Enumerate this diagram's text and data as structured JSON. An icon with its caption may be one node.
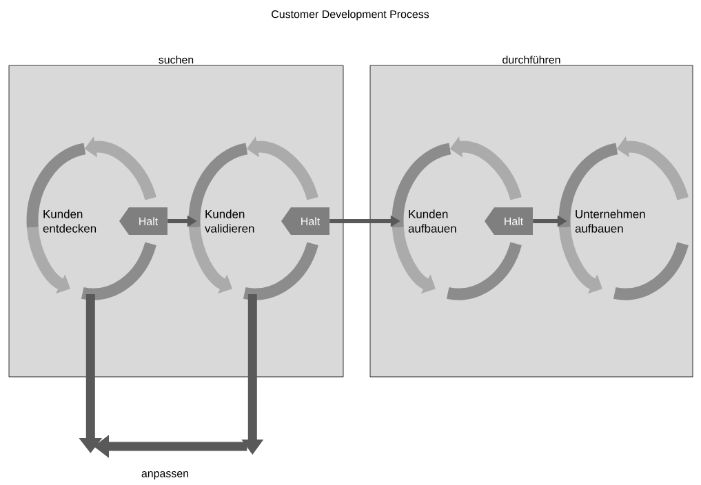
{
  "diagram": {
    "title": "Customer Development Process",
    "nodes": [
      {
        "text": [
          "suchen"
        ]
      },
      {
        "text": [
          "durchführen"
        ]
      },
      {
        "text": [
          "Kunden entdecken"
        ],
        "in": 0
      },
      {
        "text": [
          "Halt"
        ],
        "in": 0
      },
      {
        "text": [
          "Kunden validieren"
        ],
        "in": 0
      },
      {
        "text": [
          "Halt"
        ],
        "in": 0
      },
      {
        "text": [
          "Kunden aufbauen"
        ],
        "in": 1
      },
      {
        "text": [
          "Halt"
        ],
        "in": 1
      },
      {
        "text": [
          "Unternehmen aufbauen"
        ],
        "in": 1
      }
    ],
    "edges": [
      {
        "from": 3,
        "to": 4,
        "arrow": "to"
      },
      {
        "from": 5,
        "to": 6,
        "arrow": "to"
      },
      {
        "from": 7,
        "to": 8,
        "arrow": "to"
      },
      {
        "from": 2,
        "to": null,
        "arrow": "to",
        "style": "thick"
      },
      {
        "from": 4,
        "to": null,
        "arrow": "to",
        "style": "thick",
        "label": "anpassen"
      }
    ]
  }
}
